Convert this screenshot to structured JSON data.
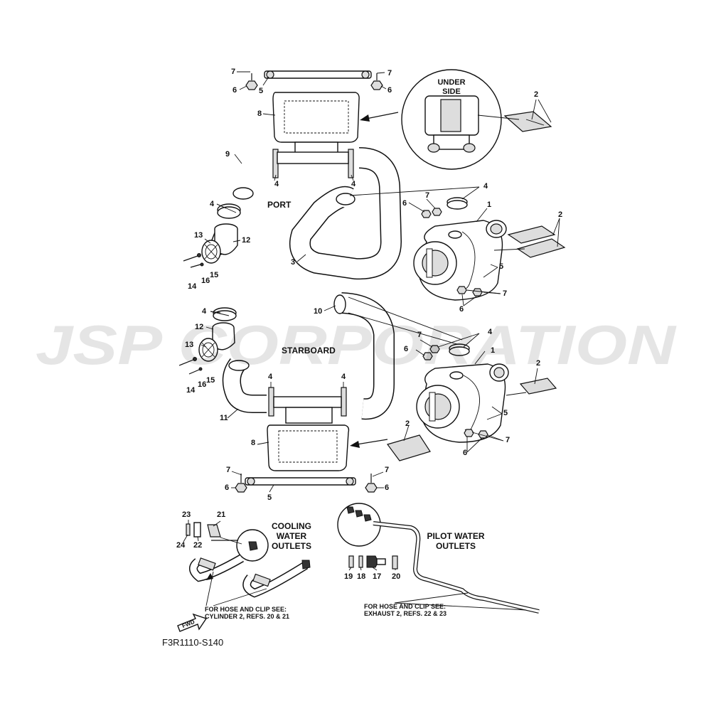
{
  "diagram": {
    "sections": {
      "under_side": "UNDER\nSIDE",
      "port": "PORT",
      "starboard": "STARBOARD",
      "cooling_water_outlets": "COOLING\nWATER\nOUTLETS",
      "pilot_water_outlets": "PILOT WATER\nOUTLETS"
    },
    "notes": {
      "cylinder_ref": "FOR HOSE AND CLIP SEE:\nCYLINDER 2, REFS. 20 & 21",
      "exhaust_ref": "FOR HOSE AND CLIP SEE:\nEXHAUST 2, REFS. 22 & 23"
    },
    "fwd_label": "FWD",
    "figure_code": "F3R1110-S140",
    "watermark": "JSP CORPORATION",
    "callouts": {
      "c7a": "7",
      "c6a": "6",
      "c5a": "5",
      "c7b": "7",
      "c6b": "6",
      "c8a": "8",
      "c2a": "2",
      "c9": "9",
      "c4a": "4",
      "c4b": "4",
      "c4c": "4",
      "c4d": "4",
      "c1a": "1",
      "c7c": "7",
      "c6c": "6",
      "c2b": "2",
      "c13a": "13",
      "c12a": "12",
      "c3": "3",
      "c5b": "5",
      "c14a": "14",
      "c16a": "16",
      "c15a": "15",
      "c7d": "7",
      "c6d": "6",
      "c4e": "4",
      "c10": "10",
      "c4f": "4",
      "c12b": "12",
      "c7e": "7",
      "c1b": "1",
      "c13b": "13",
      "c6e": "6",
      "c2c": "2",
      "c4g": "4",
      "c4h": "4",
      "c14b": "14",
      "c16b": "16",
      "c15b": "15",
      "c5c": "5",
      "c11": "11",
      "c6f": "6",
      "c7f": "7",
      "c8b": "8",
      "c2d": "2",
      "c7g": "7",
      "c7h": "7",
      "c6g": "6",
      "c5d": "5",
      "c6h": "6",
      "c23": "23",
      "c21": "21",
      "c24": "24",
      "c22": "22",
      "c19": "19",
      "c18": "18",
      "c17": "17",
      "c20": "20"
    }
  }
}
